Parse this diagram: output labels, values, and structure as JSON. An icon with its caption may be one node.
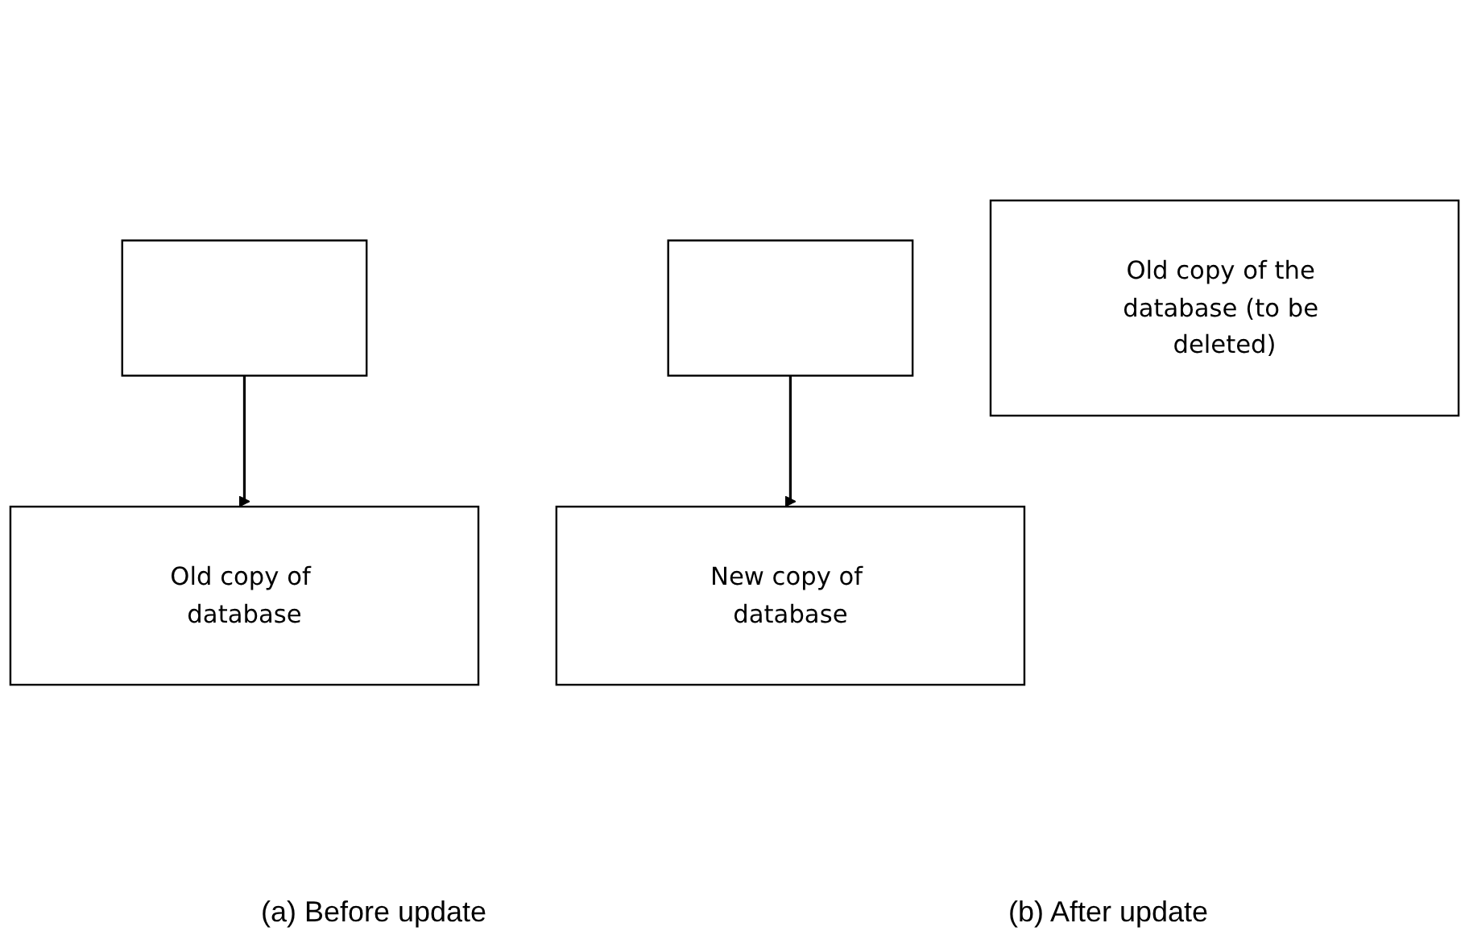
{
  "diagram": {
    "nodes": [
      {
        "text": [],
        "shape": "box"
      },
      {
        "text": [],
        "shape": "box"
      },
      {
        "text": [
          "Old copy of database"
        ]
      },
      {
        "text": [
          "Old copy of the database (to be deleted)"
        ]
      },
      {
        "text": [
          "New copy of database"
        ]
      }
    ],
    "edges": [
      {
        "from": 0,
        "to": 2,
        "arrow": "to"
      },
      {
        "from": 1,
        "to": 4,
        "arrow": "to"
      }
    ],
    "labels": [
      "(a) Before update",
      "(b) After update"
    ]
  }
}
